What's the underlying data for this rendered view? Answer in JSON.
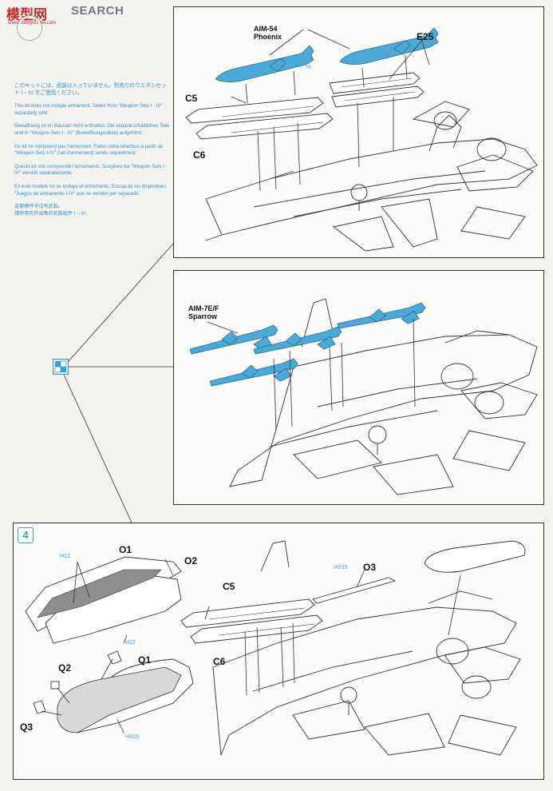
{
  "watermark": {
    "brand": "模型网",
    "search": "SEARCH",
    "url": "www.hobbymodel.com"
  },
  "notes": {
    "japanese": "このキットには、武装は入っていません。別売りのウエポンセット I ~ IV をご使用ください。",
    "english": "This kit does not include armament. Select from \"Weapon Sets I - IV\" separately sold.",
    "german": "Bewaffnung ist im Bausatz nicht enthalten. Die separat erhältlichen Teile sind in \"Weapon Sets I - IV\" (Bewaffnungssätze) aufgeführt.",
    "french": "Ce kit ne comprend pas l'armement. Faites votre sélection à partir du \"Weapon Sets I-IV\" (set d'armement) vendu séparément.",
    "italian": "Questo kit non comprende l'armamento. Scegliere tra \"Weapon Sets I - IV\" venduti separatamente.",
    "spanish": "En este modelo no se incluye el armamento. Escoja de los disponibles \"Juegos de armamento I-IV\" que se venden por separado.",
    "chinese_traditional": "這套模件中沒有武裝。",
    "chinese_line2": "請使用另外出售的武裝組件 I ~ IV。"
  },
  "top_panel": {
    "missile_name": "AIM-54",
    "missile_alias": "Phoenix",
    "part_e25": "E25",
    "part_c5": "C5",
    "part_c6": "C6",
    "paint_h": "H"
  },
  "mid_panel": {
    "missile_name": "AIM-7E/F",
    "missile_alias": "Sparrow"
  },
  "bottom_panel": {
    "step_number": "4",
    "part_o1": "O1",
    "part_o2": "O2",
    "part_o3": "O3",
    "part_q1": "Q1",
    "part_q2": "Q2",
    "part_q3": "Q3",
    "part_c5": "C5",
    "part_c6": "C6",
    "paint_h12_a": "H12",
    "paint_h12_b": "H12",
    "paint_h315": "H315",
    "paint_h315_b": "H315"
  },
  "colors": {
    "missile_blue": "#4aa9d6",
    "paint_callout": "#3d9ccf",
    "line": "#333333",
    "watermark_red": "#c42a2a"
  }
}
